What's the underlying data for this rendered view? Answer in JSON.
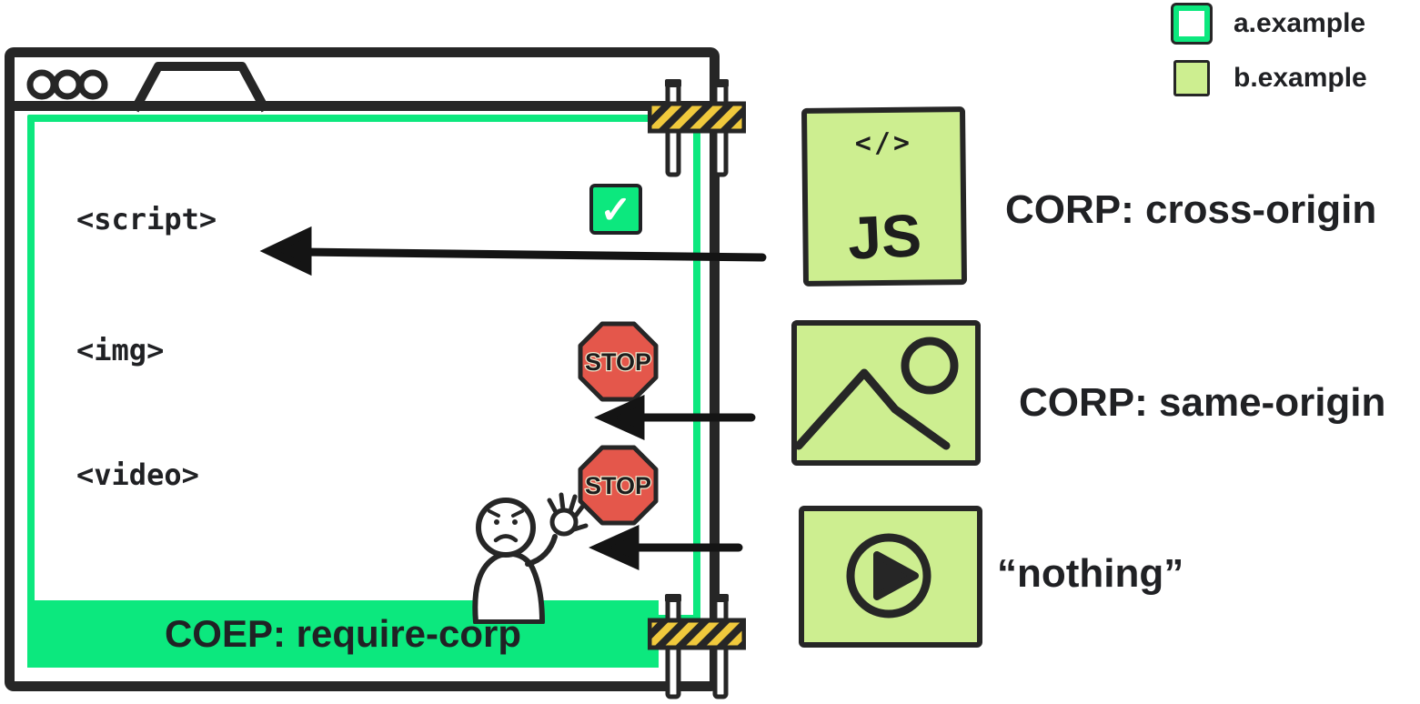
{
  "legend": {
    "items": [
      {
        "name": "a-example",
        "label": "a.example"
      },
      {
        "name": "b-example",
        "label": "b.example"
      }
    ]
  },
  "browser_window": {
    "element_labels": [
      {
        "tag": "<script>"
      },
      {
        "tag": "<img>"
      },
      {
        "tag": "<video>"
      }
    ],
    "check_glyph": "✓",
    "stop_text": "STOP",
    "coep_banner_text": "COEP: require-corp"
  },
  "resources": {
    "js": {
      "code_glyph": "</>",
      "js_text": "JS",
      "label": "CORP: cross-origin"
    },
    "image": {
      "label": "CORP: same-origin"
    },
    "video": {
      "label": "“nothing”"
    }
  },
  "colors": {
    "bright_green": "#0ce87e",
    "light_green": "#cdee90",
    "ink": "#262626",
    "stop_red": "#e4574b",
    "stripe_yellow": "#f0c93c"
  }
}
